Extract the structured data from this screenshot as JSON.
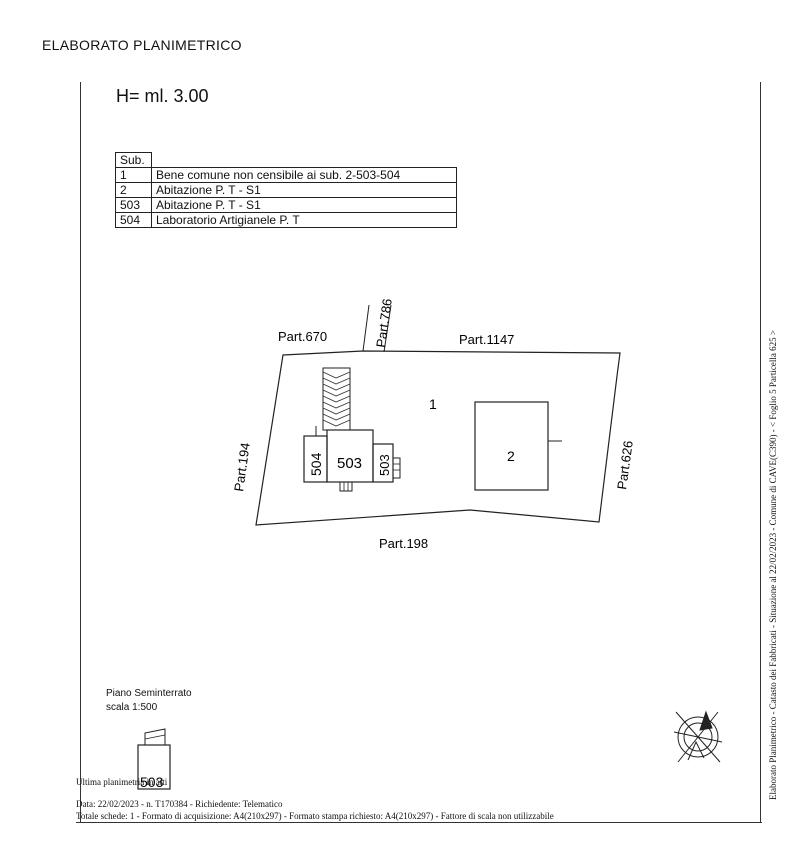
{
  "document": {
    "title": "ELABORATO PLANIMETRICO",
    "height": "H= ml. 3.00"
  },
  "sub_table": {
    "header": "Sub.",
    "rows": [
      {
        "sub": "1",
        "desc": "Bene comune non censibile ai sub. 2-503-504"
      },
      {
        "sub": "2",
        "desc": "Abitazione P. T - S1"
      },
      {
        "sub": "503",
        "desc": "Abitazione P. T - S1"
      },
      {
        "sub": "504",
        "desc": "Laboratorio Artigianele  P. T"
      }
    ]
  },
  "plan": {
    "neighbors": {
      "part670": "Part.670",
      "part786": "Part.786",
      "part1147": "Part.1147",
      "part194": "Part.194",
      "part626": "Part.626",
      "part198": "Part.198"
    },
    "units": {
      "u1": "1",
      "u2": "2",
      "u503": "503",
      "u503b": "503",
      "u504": "504"
    }
  },
  "basement": {
    "label": "Piano Seminterrato",
    "scale": "scala 1:500",
    "unit": "503"
  },
  "side_note": "Elaborato Planimetrico - Catasto dei Fabbricati - Situazione al 22/02/2023 - Comune di CAVE(C390) - < Foglio 5 Particella 625 >",
  "footer": {
    "last": "Ultima planimetria in atti",
    "date": "Data: 22/02/2023 - n. T170384 - Richiedente: Telematico",
    "total": "Totale schede: 1 - Formato di acquisizione: A4(210x297)  - Formato stampa richiesto: A4(210x297) - Fattore di scala non utilizzabile"
  }
}
